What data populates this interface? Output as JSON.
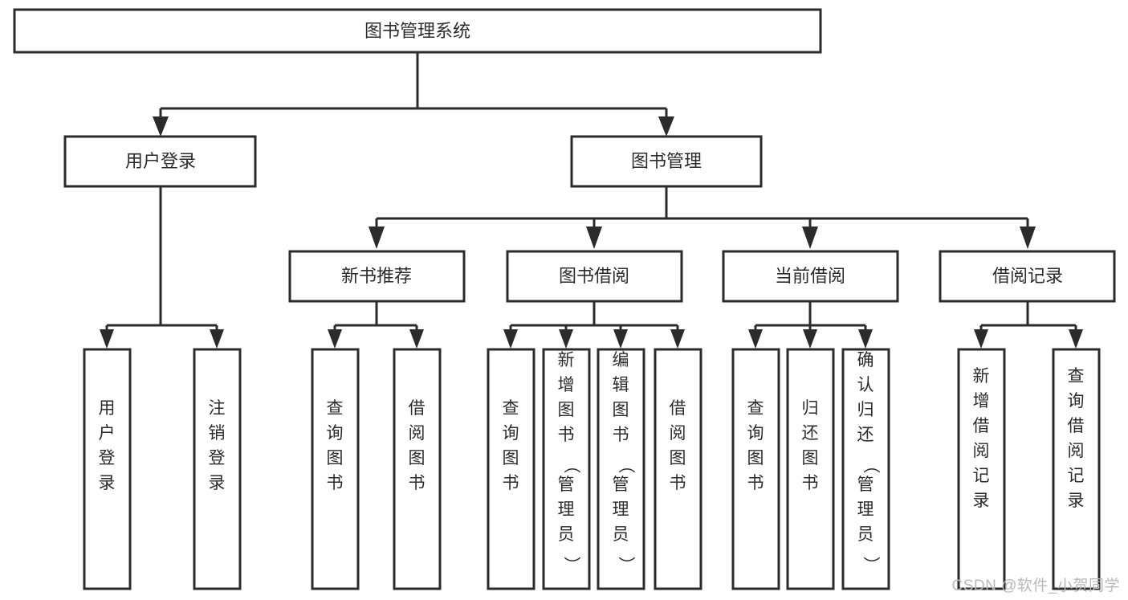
{
  "diagram": {
    "title": "图书管理系统",
    "type": "tree-hierarchy-diagram",
    "colors": {
      "box_stroke": "#2b2b2b",
      "box_fill": "#ffffff",
      "connector": "#2b2b2b",
      "background": "#ffffff",
      "watermark": "#b9b9b9"
    },
    "root": {
      "label": "图书管理系统"
    },
    "level2": [
      {
        "label": "用户登录"
      },
      {
        "label": "图书管理"
      }
    ],
    "level3": [
      {
        "label": "新书推荐"
      },
      {
        "label": "图书借阅"
      },
      {
        "label": "当前借阅"
      },
      {
        "label": "借阅记录"
      }
    ],
    "leaves": {
      "user_login": [
        {
          "label": "用户登录"
        },
        {
          "label": "注销登录"
        }
      ],
      "new_book_recommend": [
        {
          "label": "查询图书"
        },
        {
          "label": "借阅图书"
        }
      ],
      "book_borrow": [
        {
          "label": "查询图书"
        },
        {
          "label": "新增图书（管理员）"
        },
        {
          "label": "编辑图书（管理员）"
        },
        {
          "label": "借阅图书"
        }
      ],
      "current_borrow": [
        {
          "label": "查询图书"
        },
        {
          "label": "归还图书"
        },
        {
          "label": "确认归还（管理员）"
        }
      ],
      "borrow_record": [
        {
          "label": "新增借阅记录"
        },
        {
          "label": "查询借阅记录"
        }
      ]
    },
    "watermark": "CSDN @软件_小贺同学"
  }
}
